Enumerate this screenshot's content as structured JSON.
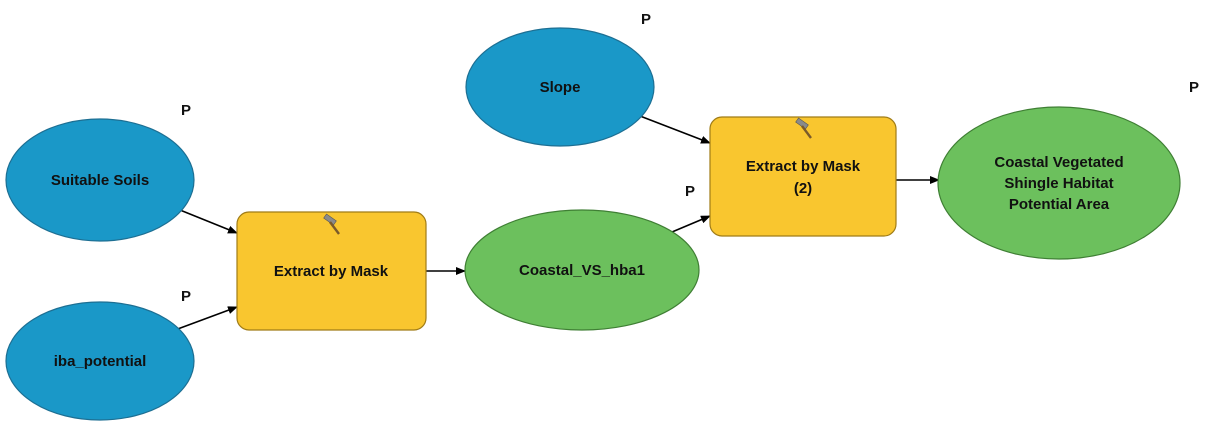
{
  "inputs": {
    "suitable_soils": "Suitable Soils",
    "iba_potential": "iba_potential",
    "slope": "Slope"
  },
  "tools": {
    "extract1": [
      "Extract by Mask"
    ],
    "extract2": [
      "Extract by Mask",
      "(2)"
    ]
  },
  "outputs": {
    "coastal_vs": "Coastal_VS_hba1",
    "final": [
      "Coastal Vegetated",
      "Shingle Habitat",
      "Potential Area"
    ]
  },
  "parameter_marker": "P",
  "icons": {
    "tool": "hammer-icon"
  },
  "colors": {
    "input_fill": "#1a98c8",
    "output_fill": "#6cc05d",
    "tool_fill": "#f9c62f"
  }
}
